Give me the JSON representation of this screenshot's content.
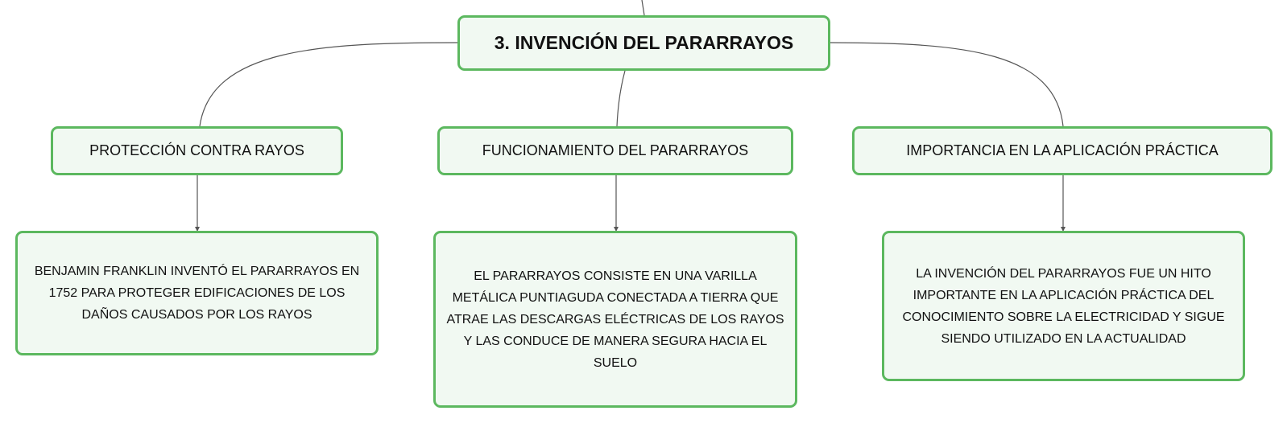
{
  "diagram": {
    "root": {
      "label": "3. INVENCIÓN DEL PARARRAYOS"
    },
    "branches": [
      {
        "label": "PROTECCIÓN CONTRA RAYOS",
        "detail": "BENJAMIN FRANKLIN INVENTÓ EL PARARRAYOS EN 1752 PARA PROTEGER EDIFICACIONES DE LOS DAÑOS CAUSADOS POR LOS RAYOS"
      },
      {
        "label": "FUNCIONAMIENTO DEL PARARRAYOS",
        "detail": "EL PARARRAYOS CONSISTE EN UNA VARILLA METÁLICA PUNTIAGUDA CONECTADA A TIERRA QUE ATRAE LAS DESCARGAS ELÉCTRICAS DE LOS RAYOS Y LAS CONDUCE DE MANERA SEGURA HACIA EL SUELO"
      },
      {
        "label": "IMPORTANCIA EN LA APLICACIÓN PRÁCTICA",
        "detail": "LA INVENCIÓN DEL PARARRAYOS FUE UN HITO IMPORTANTE EN LA APLICACIÓN PRÁCTICA DEL CONOCIMIENTO SOBRE LA ELECTRICIDAD Y SIGUE SIENDO UTILIZADO EN LA ACTUALIDAD"
      }
    ]
  },
  "colors": {
    "node_border": "#5cb85f",
    "node_fill": "#f1f9f2",
    "connector": "#555555",
    "text": "#111111"
  }
}
